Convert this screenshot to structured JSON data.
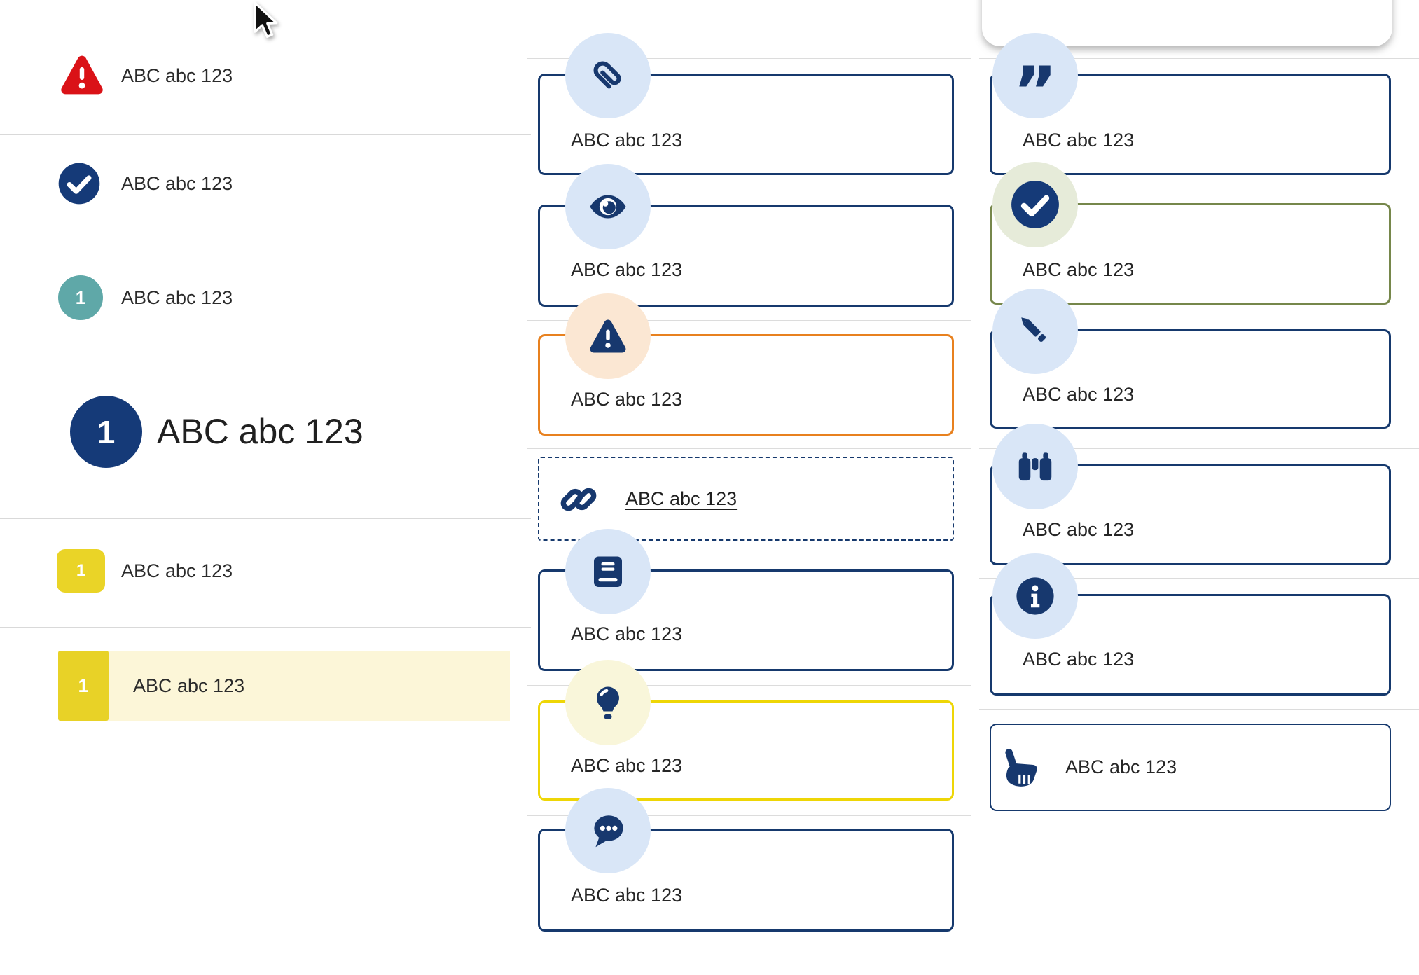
{
  "colors": {
    "navy": "#17386e",
    "navy_border": "#16396d",
    "light_blue_circle": "#d9e6f7",
    "peach_circle": "#fbe7d3",
    "pale_yellow_circle": "#f9f6da",
    "sage_circle": "#e6ebd9",
    "orange_border": "#e8811f",
    "yellow_border": "#eed606",
    "olive_border": "#76874b",
    "alert_red": "#da1217",
    "teal_badge": "#5fa8a8",
    "yellow_tab": "#e8d227",
    "highlight_band": "#fcf6d8",
    "divider_gray": "#d9d9d9"
  },
  "left_list": {
    "items": [
      {
        "icon": "alert-triangle-icon",
        "label": "ABC abc 123"
      },
      {
        "icon": "check-circle-icon",
        "label": "ABC abc 123"
      },
      {
        "icon": "number-badge-teal",
        "number": "1",
        "label": "ABC abc 123"
      },
      {
        "icon": "number-badge-navy-large",
        "number": "1",
        "label": "ABC abc 123"
      },
      {
        "icon": "number-tab-yellow",
        "number": "1",
        "label": "ABC abc 123"
      },
      {
        "icon": "number-tab-yellow-highlighted",
        "number": "1",
        "label": "ABC abc 123"
      }
    ]
  },
  "middle_callouts": {
    "items": [
      {
        "icon": "paperclip-icon",
        "style": "navy",
        "label": "ABC abc 123"
      },
      {
        "icon": "eye-icon",
        "style": "navy",
        "label": "ABC abc 123"
      },
      {
        "icon": "warning-icon",
        "style": "orange",
        "label": "ABC abc 123"
      },
      {
        "icon": "link-icon",
        "style": "dashed-link",
        "label": "ABC abc 123"
      },
      {
        "icon": "book-icon",
        "style": "navy",
        "label": "ABC abc 123"
      },
      {
        "icon": "lightbulb-icon",
        "style": "yellow",
        "label": "ABC abc 123"
      },
      {
        "icon": "chat-icon",
        "style": "navy",
        "label": "ABC abc 123"
      }
    ]
  },
  "right_callouts": {
    "items": [
      {
        "icon": "quote-icon",
        "style": "navy",
        "label": "ABC abc 123"
      },
      {
        "icon": "check-circle-icon",
        "style": "olive",
        "label": "ABC abc 123"
      },
      {
        "icon": "pencil-icon",
        "style": "navy",
        "label": "ABC abc 123"
      },
      {
        "icon": "binoculars-icon",
        "style": "navy",
        "label": "ABC abc 123"
      },
      {
        "icon": "info-icon",
        "style": "navy",
        "label": "ABC abc 123"
      },
      {
        "icon": "hand-pointer-icon",
        "style": "navy",
        "label": "ABC abc 123"
      }
    ]
  }
}
